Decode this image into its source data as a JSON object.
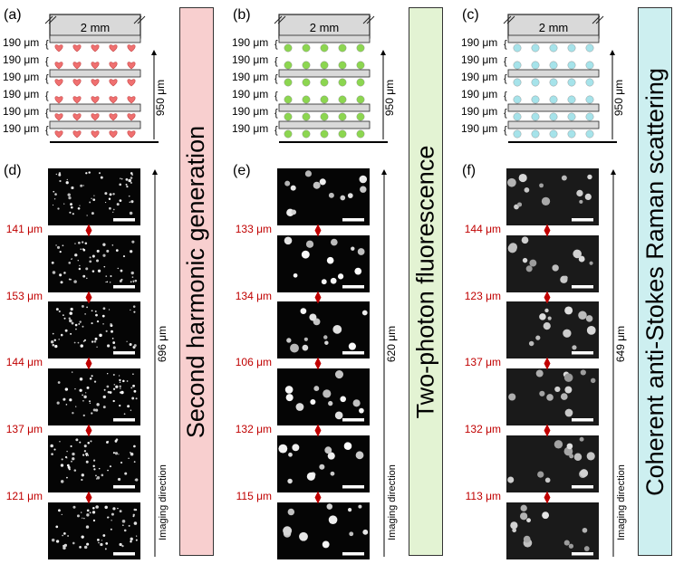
{
  "colors": {
    "shg": "#f8cfcf",
    "tpf": "#e3f3d3",
    "cars": "#cdeff0",
    "gap_text": "#c00000",
    "slab_fill": "#d9d9d9",
    "shg_particle": "#f07070",
    "tpf_particle": "#8cd650",
    "cars_particle": "#a6e3ea"
  },
  "panels": [
    {
      "label": "(a)",
      "width_label": "2 mm",
      "layer_labels": [
        "190 μm",
        "190 μm",
        "190 μm",
        "190 μm",
        "190 μm",
        "190 μm"
      ],
      "total_label": "950 μm",
      "particle": "heart"
    },
    {
      "label": "(b)",
      "width_label": "2 mm",
      "layer_labels": [
        "190 μm",
        "190 μm",
        "190 μm",
        "190 μm",
        "190 μm",
        "190 μm"
      ],
      "total_label": "950 μm",
      "particle": "circle"
    },
    {
      "label": "(c)",
      "width_label": "2 mm",
      "layer_labels": [
        "190 μm",
        "190 μm",
        "190 μm",
        "190 μm",
        "190 μm",
        "190 μm"
      ],
      "total_label": "950 μm",
      "particle": "circle"
    }
  ],
  "image_columns": [
    {
      "label": "(d)",
      "gaps": [
        "141 μm",
        "153 μm",
        "144 μm",
        "137 μm",
        "121 μm"
      ],
      "total": "696 μm",
      "direction": "Imaging direction"
    },
    {
      "label": "(e)",
      "gaps": [
        "133 μm",
        "134 μm",
        "106 μm",
        "132 μm",
        "115 μm"
      ],
      "total": "620 μm",
      "direction": "Imaging direction"
    },
    {
      "label": "(f)",
      "gaps": [
        "144 μm",
        "123 μm",
        "137 μm",
        "132 μm",
        "113 μm"
      ],
      "total": "649 μm",
      "direction": "Imaging direction"
    }
  ],
  "modalities": [
    "Second harmonic generation",
    "Two-photon fluorescence",
    "Coherent anti-Stokes Raman scattering"
  ]
}
